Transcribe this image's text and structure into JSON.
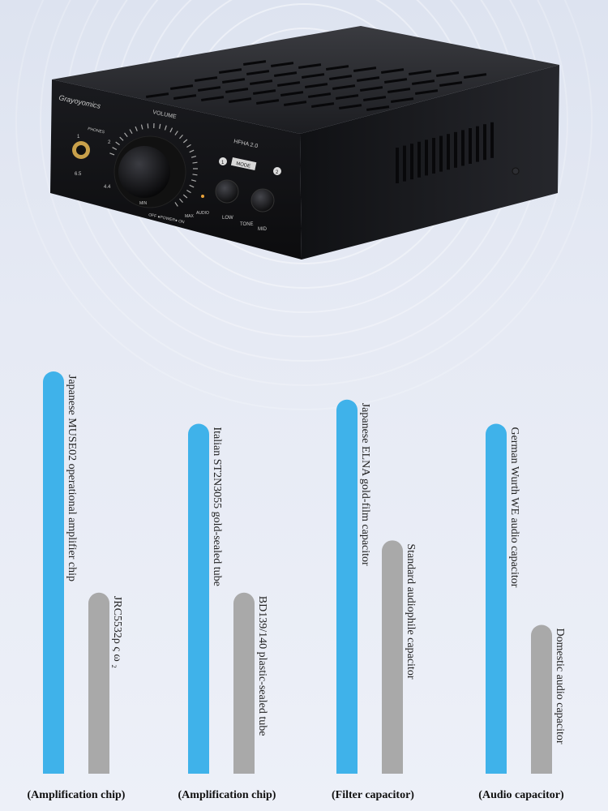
{
  "device": {
    "brand": "Grayoyomics",
    "model": "HFHA 2.0",
    "volume_label": "VOLUME",
    "min_label": "MIN",
    "max_label": "MAX",
    "power_label": "OFF ●POWER● ON",
    "audio_label": "AUDIO",
    "phones_label": "PHONES",
    "jack_a": "6.5",
    "jack_b": "4.4",
    "mode_label": "MODE",
    "low_label": "LOW",
    "tone_label": "TONE",
    "mid_label": "MID",
    "num_1": "1",
    "num_2": "2"
  },
  "colors": {
    "upgraded": "#3fb2ea",
    "standard": "#a9a9a9"
  },
  "chart_data": {
    "type": "bar",
    "title": "",
    "xlabel": "",
    "ylabel": "",
    "ylim": [
      0,
      100
    ],
    "groups": [
      {
        "category": "(Amplification chip)",
        "bars": [
          {
            "label": "Japanese MUSE02 operational amplifier chip",
            "value": 100,
            "kind": "upgraded"
          },
          {
            "label": "JRC5532ρ ς ω ₂",
            "value": 45,
            "kind": "standard"
          }
        ]
      },
      {
        "category": "(Amplification chip)",
        "bars": [
          {
            "label": "Italian ST2N3055 gold-sealed tube",
            "value": 87,
            "kind": "upgraded"
          },
          {
            "label": "BD139/140 plastic-sealed tube",
            "value": 45,
            "kind": "standard"
          }
        ]
      },
      {
        "category": "(Filter capacitor)",
        "bars": [
          {
            "label": "Japanese ELNA gold-film capacitor",
            "value": 93,
            "kind": "upgraded"
          },
          {
            "label": "Standard audiophile capacitor",
            "value": 58,
            "kind": "standard"
          }
        ]
      },
      {
        "category": "(Audio capacitor)",
        "bars": [
          {
            "label": "German Wurth WE audio capacitor",
            "value": 87,
            "kind": "upgraded"
          },
          {
            "label": "Domestic audio capacitor",
            "value": 37,
            "kind": "standard"
          }
        ]
      }
    ]
  }
}
